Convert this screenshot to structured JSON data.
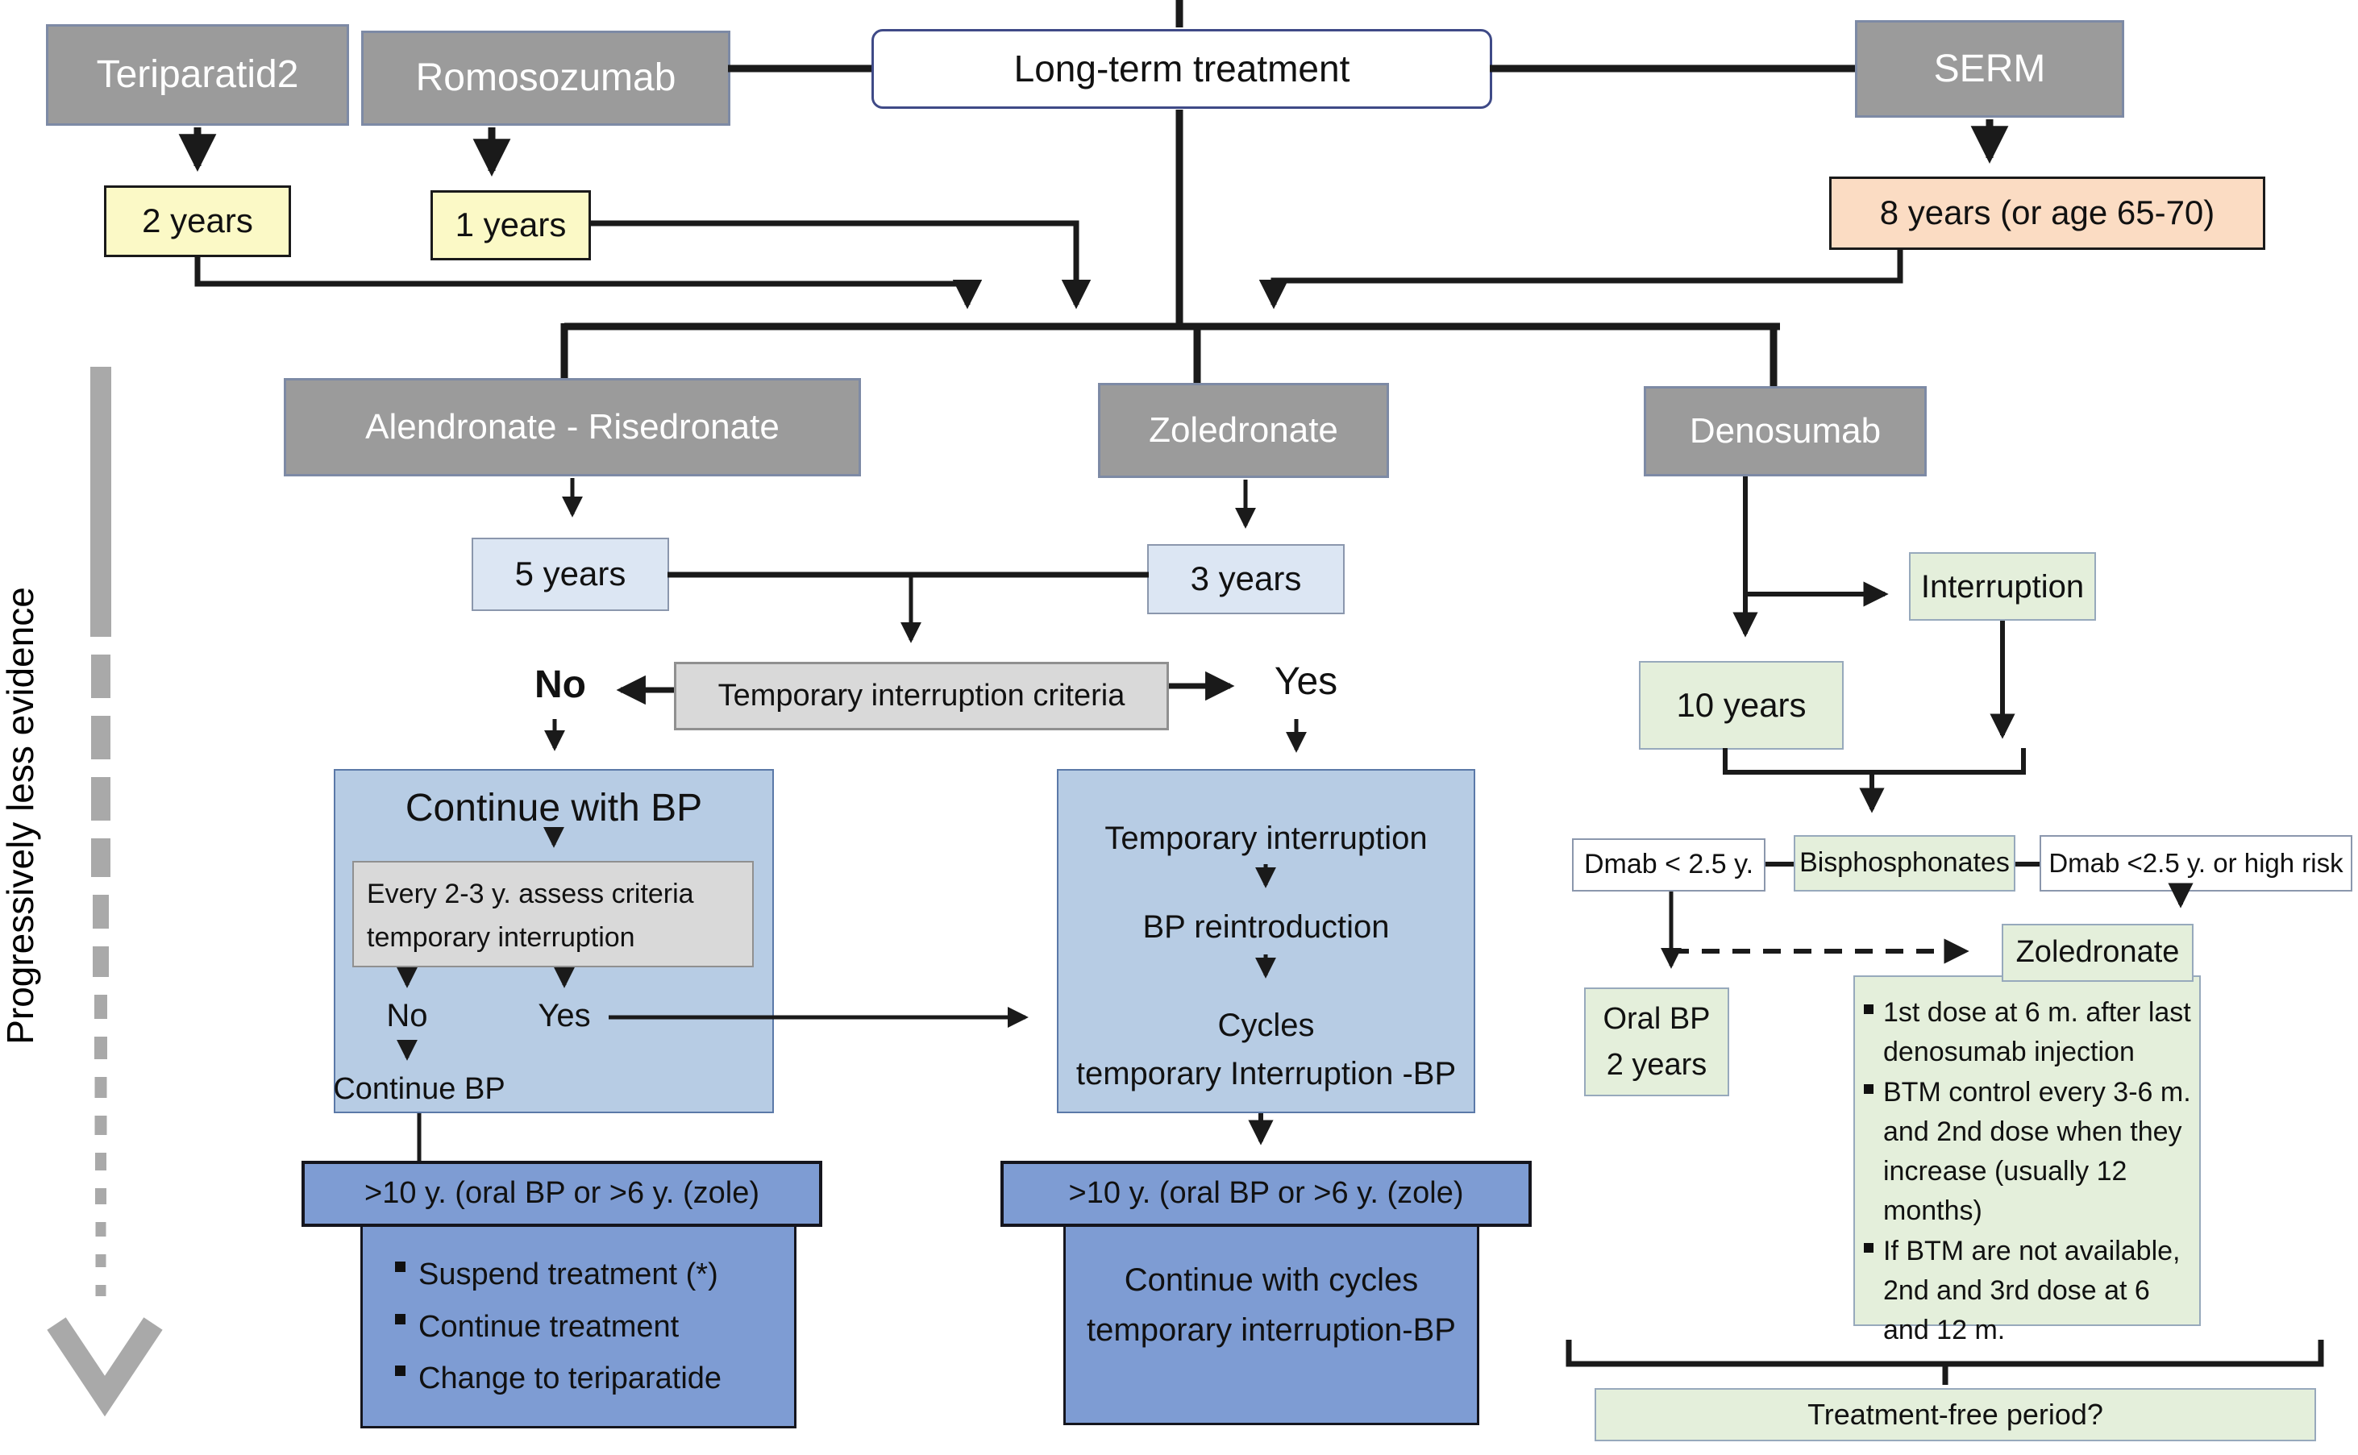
{
  "nodes": {
    "teriparatide": "Teriparatid2",
    "romosozumab": "Romosozumab",
    "longterm": "Long-term treatment",
    "serm": "SERM",
    "teri_duration": "2 years",
    "romo_duration": "1 years",
    "serm_duration": "8 years (or age 65-70)",
    "alendronate": "Alendronate - Risedronate",
    "zoledronate": "Zoledronate",
    "denosumab": "Denosumab",
    "alendronate_duration": "5 years",
    "zoledronate_duration": "3 years",
    "denosumab_duration": "10 years",
    "interruption": "Interruption",
    "criteria": "Temporary interruption criteria",
    "criteria_no": "No",
    "criteria_yes": "Yes",
    "continue_bp": {
      "title": "Continue with BP",
      "assess_line1": "Every 2-3 y. assess criteria",
      "assess_line2": "temporary interruption",
      "no": "No",
      "yes": "Yes",
      "footer": "Continue BP"
    },
    "temp_flow": {
      "step1": "Temporary interruption",
      "step2": "BP reintroduction",
      "step3_line1": "Cycles",
      "step3_line2": "temporary Interruption -BP"
    },
    "left_outcome": {
      "header": ">10 y. (oral BP or >6 y. (zole)",
      "bullets": [
        "Suspend treatment (*)",
        "Continue treatment",
        "Change to teriparatide"
      ]
    },
    "middle_outcome": {
      "header": ">10 y. (oral BP or >6 y. (zole)",
      "line1": "Continue with cycles",
      "line2": "temporary interruption-BP"
    },
    "dmab_short": "Dmab < 2.5 y.",
    "bisphosphonates": "Bisphosphonates",
    "dmab_high_risk": "Dmab <2.5 y. or high risk",
    "zoledronate_option": "Zoledronate",
    "oral_bp": {
      "line1": "Oral BP",
      "line2": "2 years"
    },
    "zoledronate_protocol": [
      "1st dose at 6 m. after last denosumab injection",
      "BTM control every 3-6 m. and 2nd dose when they increase (usually 12 months)",
      "If BTM are not available, 2nd and 3rd dose at 6 and 12 m."
    ],
    "treatment_free": "Treatment-free period?",
    "side_label": "Progressively less evidence"
  },
  "colors": {
    "drug_gray": "#9b9b9b",
    "duration_yellow": "#fbf9c6",
    "duration_peach": "#fbdcc3",
    "duration_periwinkle": "#dce6f3",
    "criteria_gray": "#d9d9d9",
    "bp_light_blue": "#b7cce4",
    "outcome_blue": "#7e9cd3",
    "denosumab_green": "#e4efdb",
    "line_black": "#1a1a1a",
    "evidence_arrow_gray": "#a9a9a9"
  }
}
